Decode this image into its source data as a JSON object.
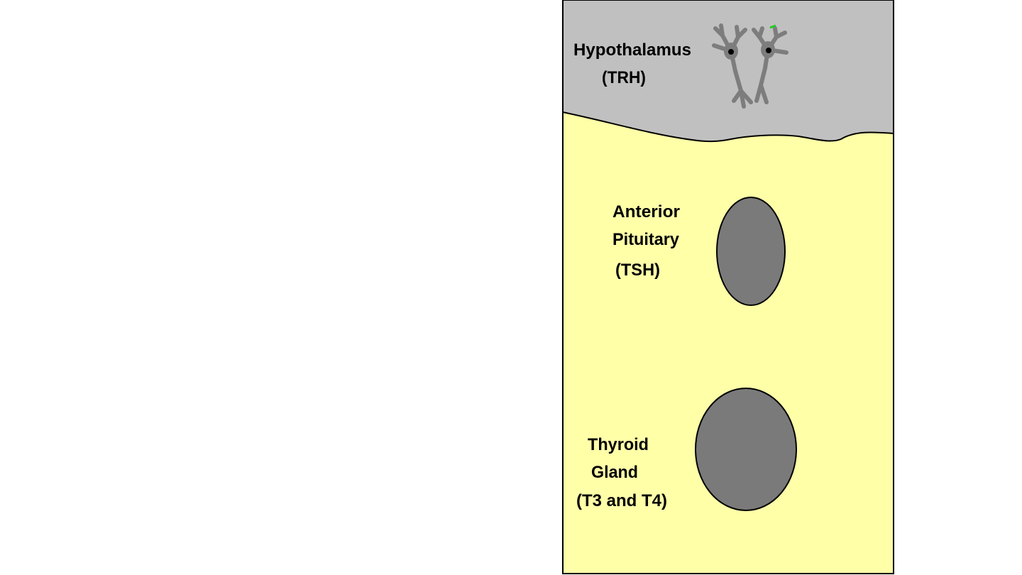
{
  "colors": {
    "page_background": "#ffffff",
    "hypothalamus_region": "#c0c0c0",
    "lower_region": "#ffffa8",
    "gland": "#7a7a7a",
    "neuron": "#7d7d7d",
    "outline": "#000000",
    "neuron_tip_accent": "#22cc22"
  },
  "icons": {
    "neurons": "neuron-icon"
  },
  "hypothalamus": {
    "name": "Hypothalamus",
    "hormone": "(TRH)"
  },
  "anterior_pituitary": {
    "name_line1": "Anterior",
    "name_line2": "Pituitary",
    "hormone": "(TSH)"
  },
  "thyroid": {
    "name_line1": "Thyroid",
    "name_line2": "Gland",
    "hormone": "(T3 and T4)"
  }
}
